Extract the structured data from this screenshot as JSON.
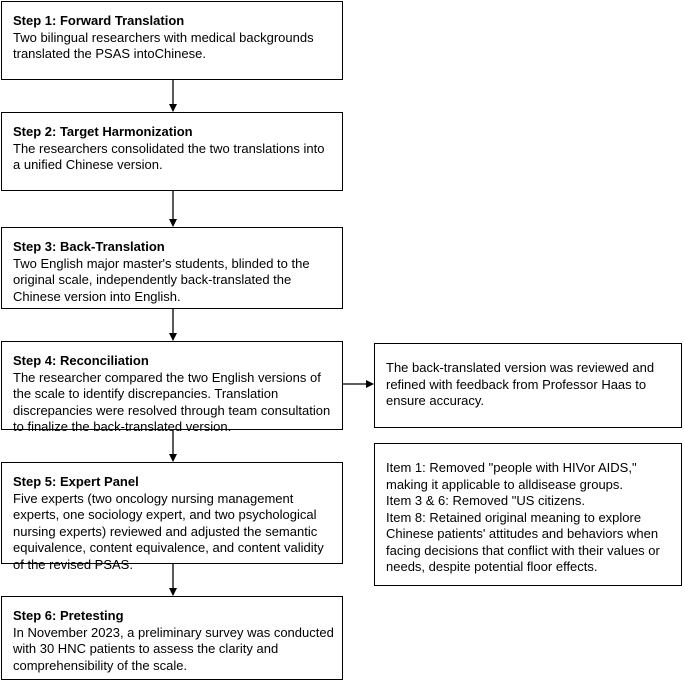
{
  "steps": [
    {
      "title": "Step 1: Forward Translation",
      "body": "Two bilingual researchers with medical backgrounds translated the PSAS intoChinese."
    },
    {
      "title": "Step 2: Target Harmonization",
      "body": "The researchers consolidated the two translations into a unified Chinese version."
    },
    {
      "title": "Step 3: Back-Translation",
      "body": "Two English major master's students, blinded to the original scale, independently back-translated the Chinese version into English."
    },
    {
      "title": "Step 4: Reconciliation",
      "body": "The researcher compared the two English versions of the scale to identify discrepancies. Translation discrepancies were resolved through team consultation to finalize the back-translated version."
    },
    {
      "title": "Step 5: Expert Panel",
      "body": "Five experts (two oncology nursing management experts, one sociology expert, and two psychological nursing experts) reviewed and adjusted the semantic equivalence, content equivalence, and content validity of the revised PSAS."
    },
    {
      "title": "Step 6: Pretesting",
      "body": "In November 2023, a preliminary survey was conducted with 30 HNC patients to assess the clarity and comprehensibility of the scale."
    }
  ],
  "side_notes": {
    "reconciliation_note": "The back-translated version was reviewed and refined with feedback from Professor Haas to ensure accuracy.",
    "expert_items": [
      "Item 1: Removed \"people with HIVor AIDS,\" making it applicable to alldisease groups.",
      "Item 3 & 6: Removed \"US citizens.",
      "Item 8: Retained original meaning to explore Chinese patients' attitudes and behaviors when facing decisions that conflict with their values or needs, despite potential floor effects."
    ]
  }
}
